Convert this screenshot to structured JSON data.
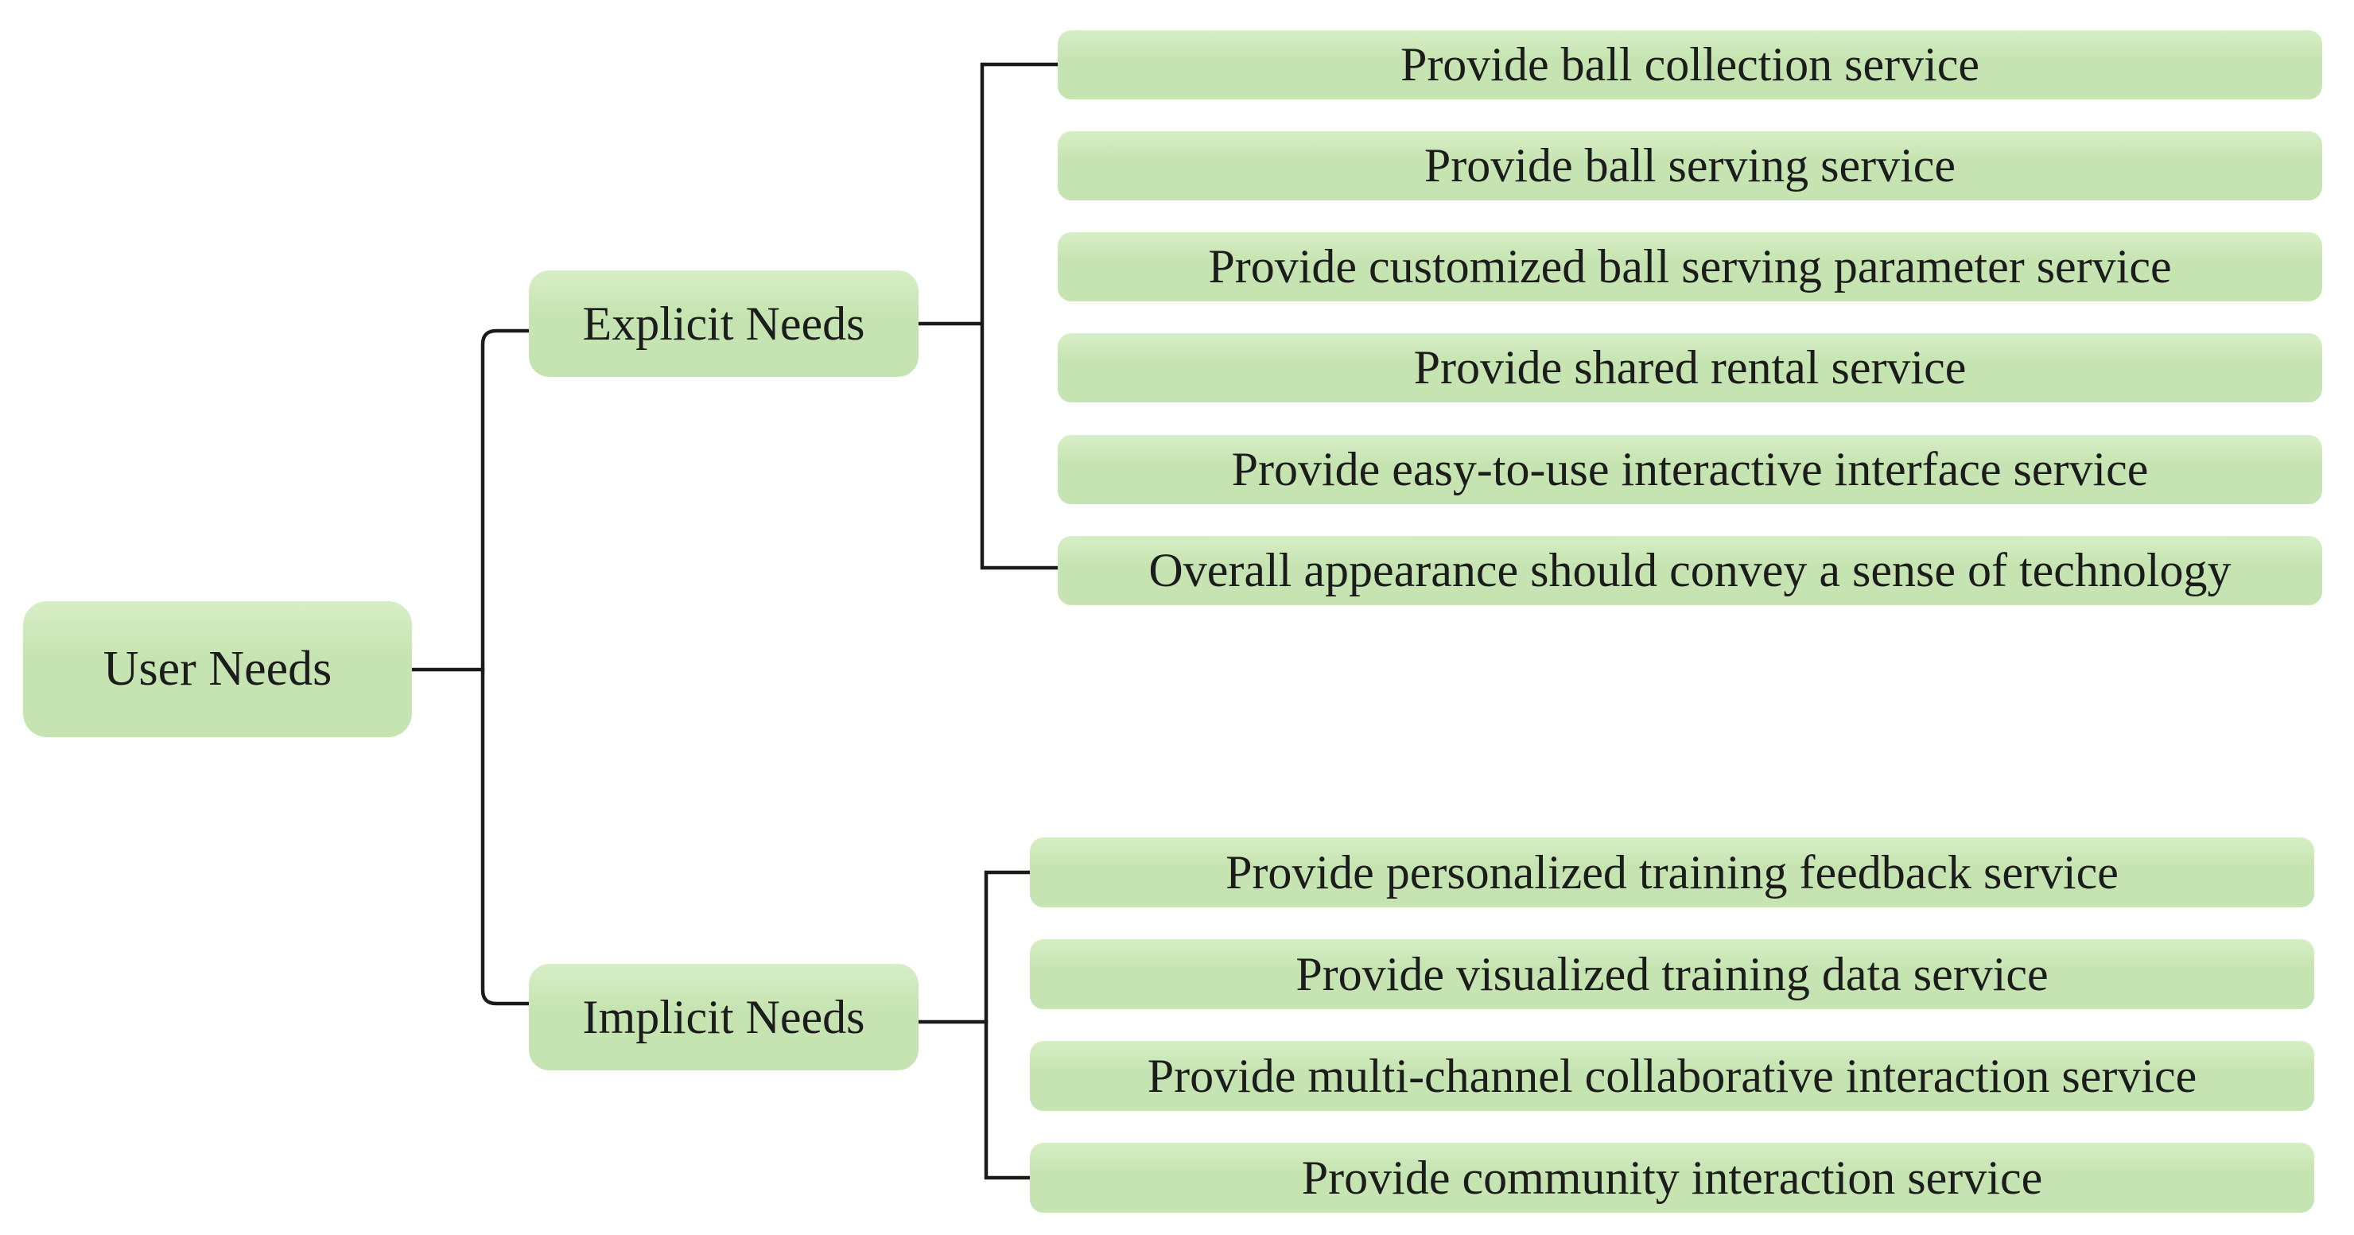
{
  "diagram": {
    "title": "User needs tree diagram",
    "root": {
      "label": "User Needs"
    },
    "branches": [
      {
        "label": "Explicit Needs",
        "children": [
          "Provide ball collection service",
          "Provide ball serving service",
          "Provide customized ball serving parameter service",
          "Provide shared rental service",
          "Provide easy-to-use interactive interface service",
          "Overall appearance should convey a sense of technology"
        ]
      },
      {
        "label": "Implicit Needs",
        "children": [
          "Provide personalized training feedback service",
          "Provide visualized training data service",
          "Provide multi-channel collaborative interaction service",
          "Provide community interaction service"
        ]
      }
    ],
    "colors": {
      "node_fill": "#c6e4b1",
      "node_fill_light": "#d7eec6",
      "line": "#1a1a1a",
      "text": "#1c1c1c",
      "background": "#ffffff"
    }
  }
}
